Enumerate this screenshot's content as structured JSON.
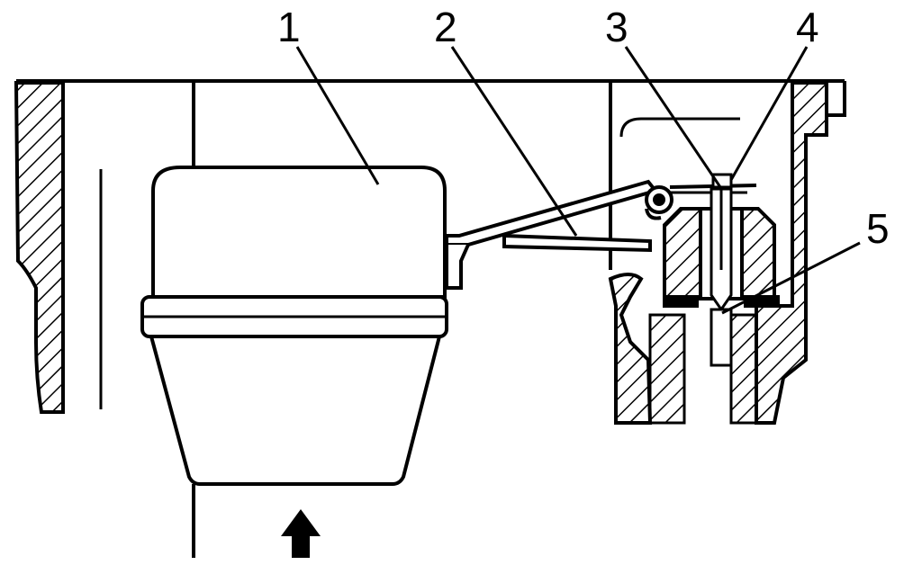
{
  "colors": {
    "ink": "#000000",
    "paper": "#ffffff"
  },
  "callouts": {
    "c1": "1",
    "c2": "2",
    "c3": "3",
    "c4": "4",
    "c5": "5"
  },
  "icons": {
    "flow_arrow": "arrow-up-icon"
  }
}
